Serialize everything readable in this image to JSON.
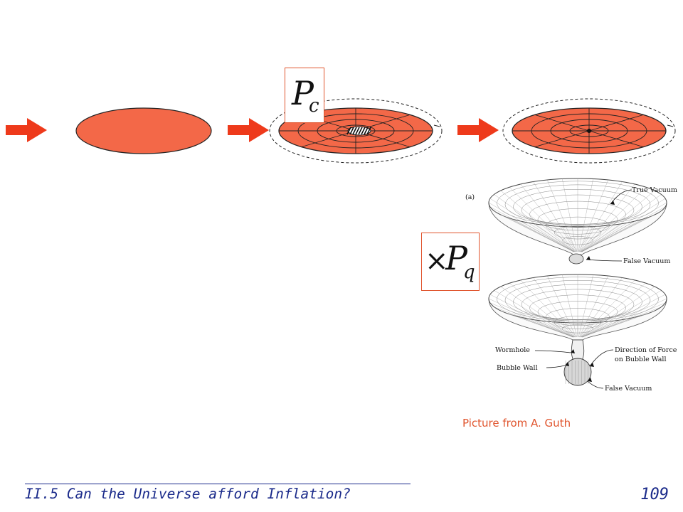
{
  "diagram": {
    "colors": {
      "arrow": "#ee3a1b",
      "bubble_fill": "#f36848",
      "box_border": "#e0542d",
      "caption": "#e0542d",
      "footer": "#1a2a8a"
    },
    "icons": [
      "right-arrow-icon",
      "inflating-bubble",
      "collapsing-bubble",
      "wormhole-funnel"
    ],
    "probability_box_1": {
      "main": "P",
      "sub": "c",
      "prefix": ""
    },
    "probability_box_2": {
      "main": "P",
      "sub": "q",
      "prefix": "×"
    },
    "guth_figure": {
      "panel_label": "(a)",
      "labels": {
        "true_vacuum": "True Vacuum",
        "false_vacuum_top": "False Vacuum",
        "wormhole": "Wormhole",
        "direction_force_1": "Direction of Force",
        "direction_force_2": "on Bubble Wall",
        "bubble_wall": "Bubble Wall",
        "false_vacuum_bottom": "False Vacuum"
      }
    },
    "caption": "Picture from A. Guth"
  },
  "footer": {
    "title": "II.5 Can the Universe afford Inflation?",
    "page_number": "109"
  }
}
